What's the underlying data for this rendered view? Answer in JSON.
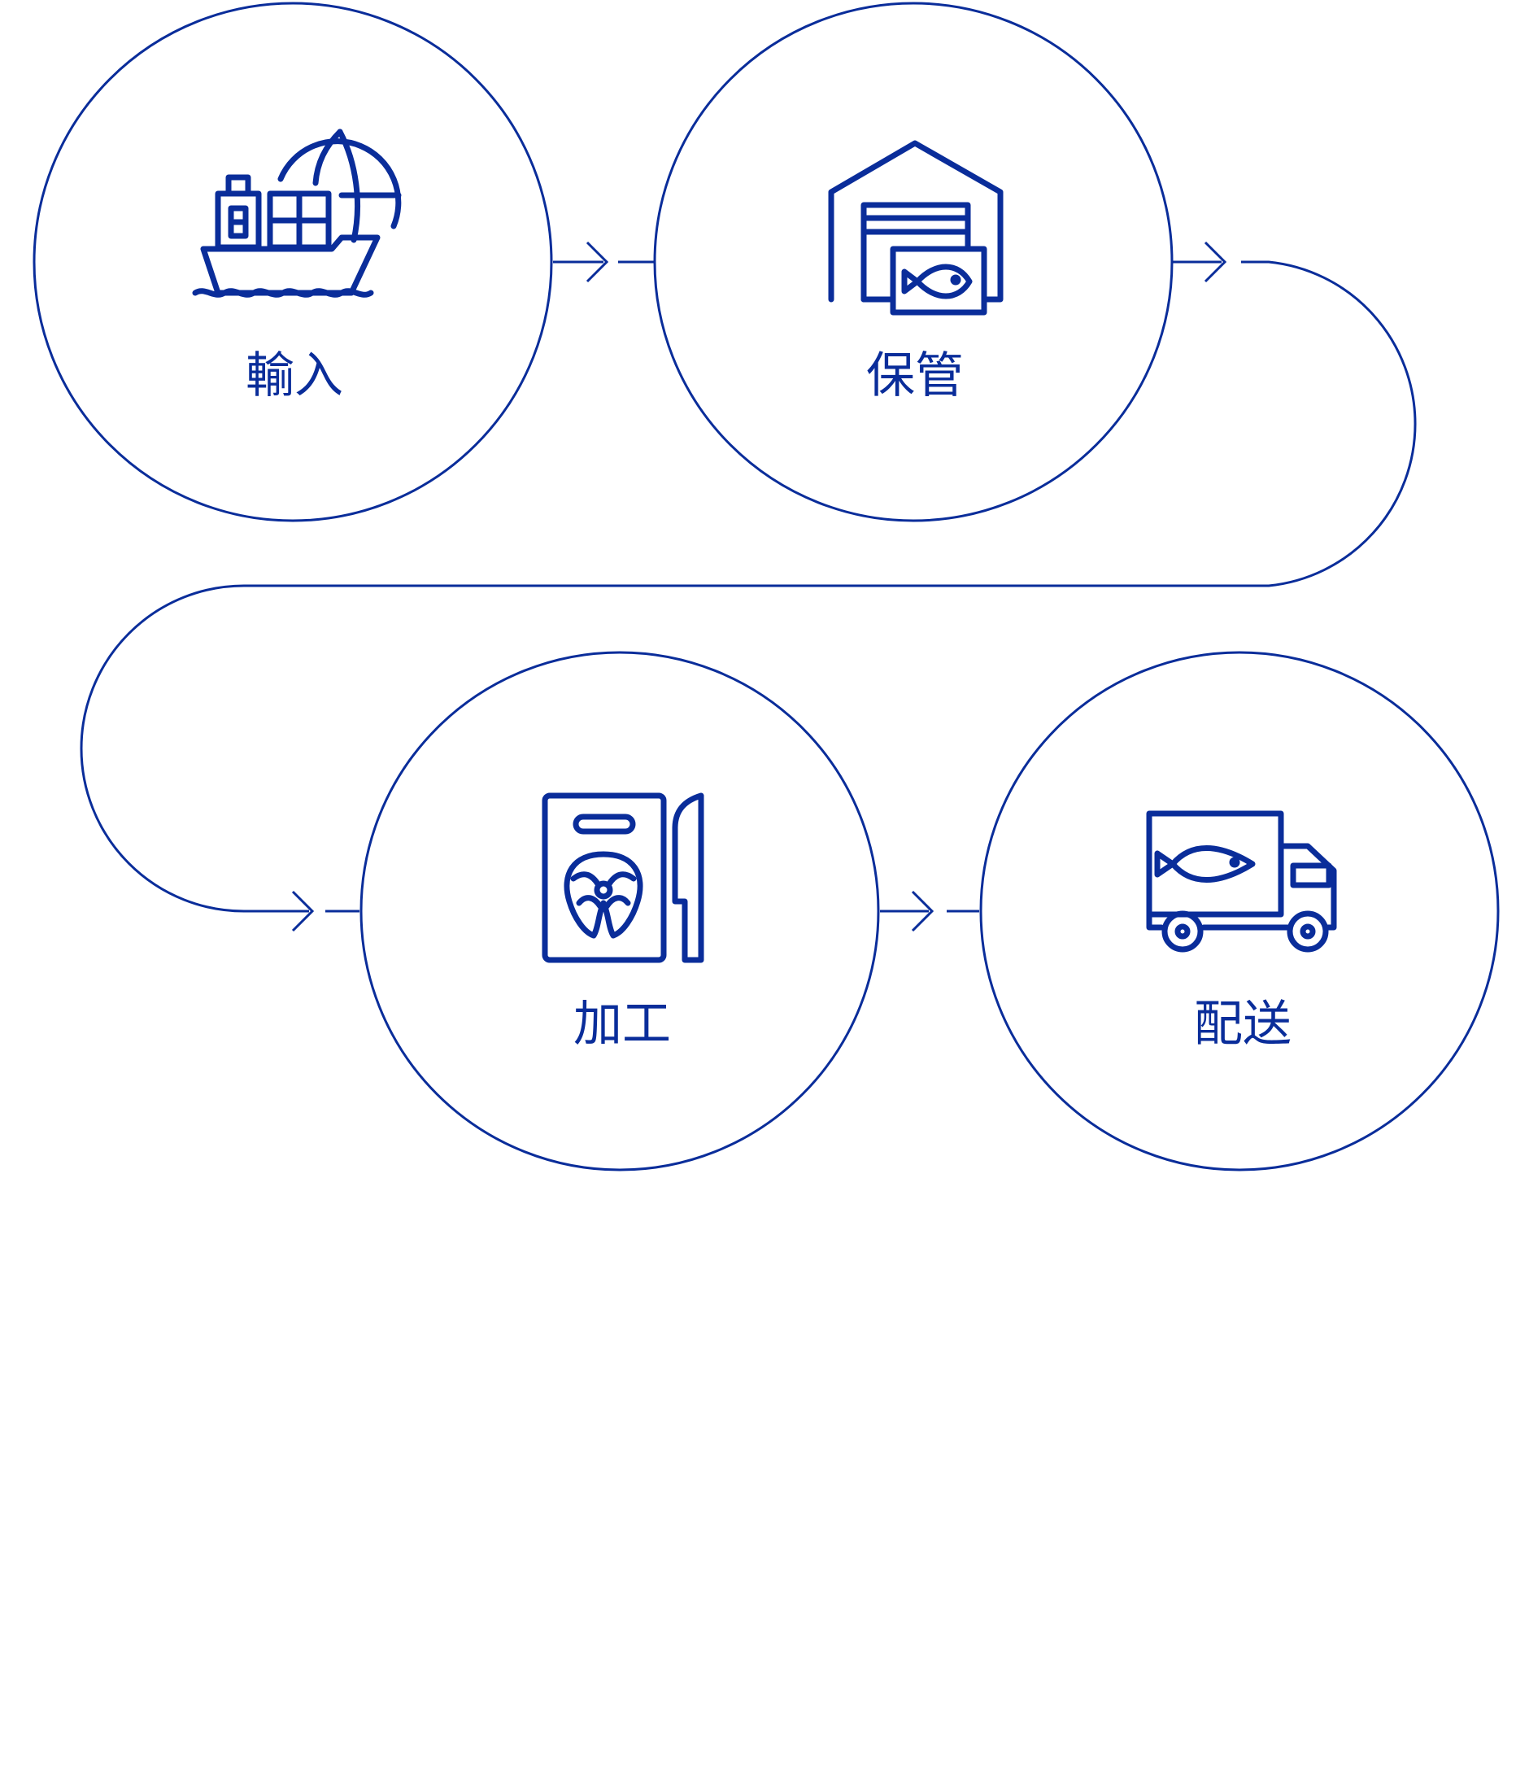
{
  "diagram": {
    "accent_color": "#0a2d9a",
    "steps": [
      {
        "label": "輸入",
        "icon": "cargo-ship-globe-icon"
      },
      {
        "label": "保管",
        "icon": "warehouse-fish-icon"
      },
      {
        "label": "加工",
        "icon": "cutting-board-knife-icon"
      },
      {
        "label": "配送",
        "icon": "delivery-truck-fish-icon"
      }
    ]
  }
}
